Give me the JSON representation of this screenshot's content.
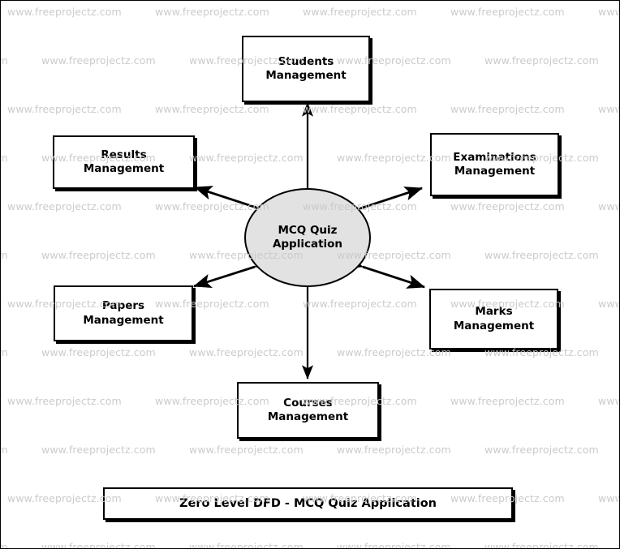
{
  "diagram": {
    "title": "Zero Level DFD - MCQ Quiz Application",
    "type": "data-flow-diagram",
    "level": "Zero Level DFD",
    "process": {
      "name": "MCQ Quiz\nApplication",
      "shape": "ellipse",
      "fill_color": "#e2e2e2",
      "border_color": "#000000"
    },
    "entities": [
      {
        "id": "students",
        "name": "Students\nManagement",
        "position": "top"
      },
      {
        "id": "results",
        "name": "Results\nManagement",
        "position": "top-left"
      },
      {
        "id": "examinations",
        "name": "Examinations\nManagement",
        "position": "top-right"
      },
      {
        "id": "papers",
        "name": "Papers\nManagement",
        "position": "bottom-left"
      },
      {
        "id": "marks",
        "name": "Marks\nManagement",
        "position": "bottom-right"
      },
      {
        "id": "courses",
        "name": "Courses\nManagement",
        "position": "bottom"
      }
    ],
    "flows": [
      {
        "from": "process",
        "to": "students",
        "direction": "bidirectional"
      },
      {
        "from": "process",
        "to": "results",
        "direction": "bidirectional"
      },
      {
        "from": "process",
        "to": "examinations",
        "direction": "bidirectional"
      },
      {
        "from": "process",
        "to": "papers",
        "direction": "bidirectional"
      },
      {
        "from": "process",
        "to": "marks",
        "direction": "bidirectional"
      },
      {
        "from": "process",
        "to": "courses",
        "direction": "bidirectional"
      }
    ],
    "watermark": {
      "text": "www.freeprojectz.com",
      "color": "#c9c9c9"
    }
  }
}
